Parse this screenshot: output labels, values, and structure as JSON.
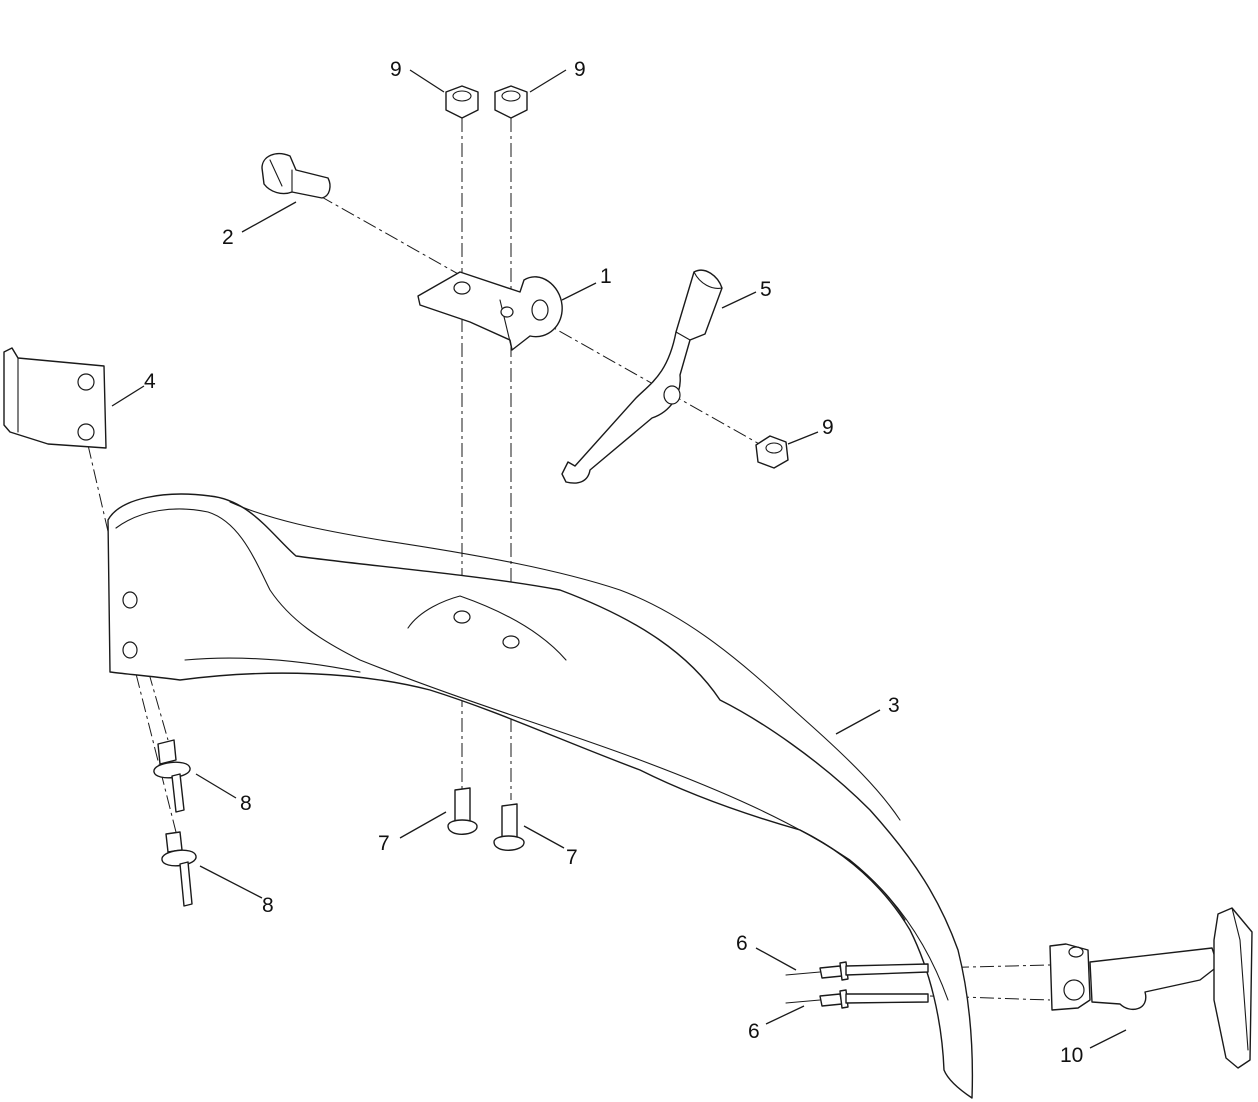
{
  "callouts": [
    {
      "id": "c9a",
      "label": "9"
    },
    {
      "id": "c9b",
      "label": "9"
    },
    {
      "id": "c2",
      "label": "2"
    },
    {
      "id": "c1",
      "label": "1"
    },
    {
      "id": "c5",
      "label": "5"
    },
    {
      "id": "c4",
      "label": "4"
    },
    {
      "id": "c9c",
      "label": "9"
    },
    {
      "id": "c3",
      "label": "3"
    },
    {
      "id": "c8a",
      "label": "8"
    },
    {
      "id": "c8b",
      "label": "8"
    },
    {
      "id": "c7a",
      "label": "7"
    },
    {
      "id": "c7b",
      "label": "7"
    },
    {
      "id": "c6a",
      "label": "6"
    },
    {
      "id": "c6b",
      "label": "6"
    },
    {
      "id": "c10",
      "label": "10"
    }
  ]
}
